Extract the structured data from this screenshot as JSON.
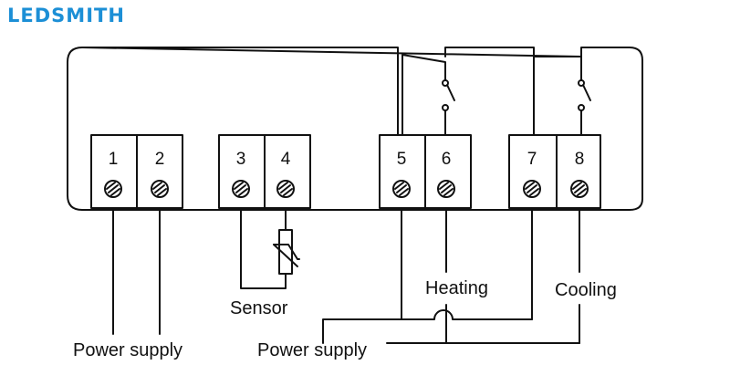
{
  "brand": {
    "logo_left": "LE",
    "logo_mark": "D",
    "logo_right": "SMITH",
    "color": "#1c8fd6"
  },
  "terminals": [
    "1",
    "2",
    "3",
    "4",
    "5",
    "6",
    "7",
    "8"
  ],
  "labels": {
    "sensor": "Sensor",
    "heating": "Heating",
    "cooling": "Cooling",
    "power_supply_left": "Power supply",
    "power_supply_right": "Power supply"
  },
  "icons": {
    "relay_contact": "relay-switch-icon",
    "sensor_element": "thermistor-icon",
    "terminal_screw": "screw-icon"
  },
  "colors": {
    "line": "#111111",
    "background": "#ffffff"
  }
}
